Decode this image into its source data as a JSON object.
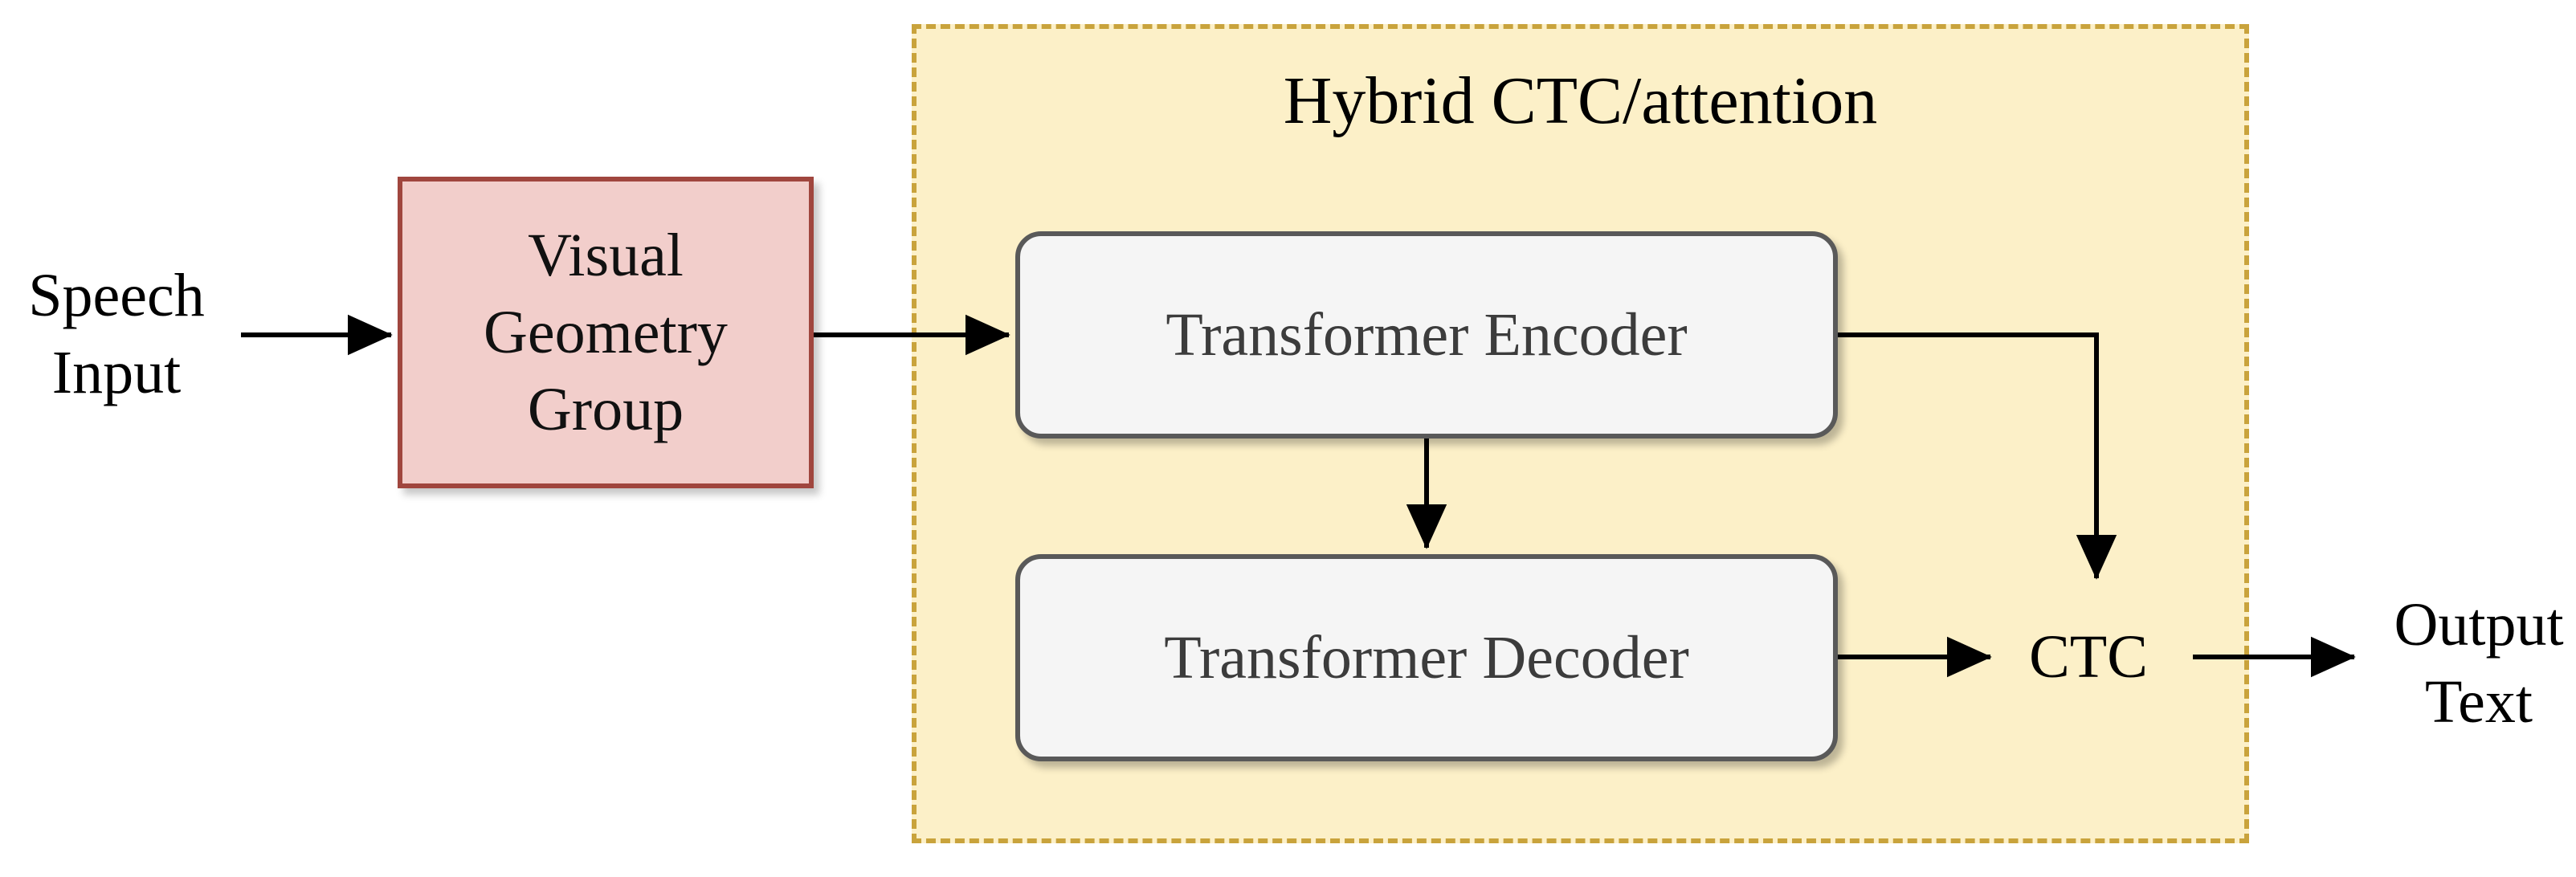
{
  "nodes": {
    "speech_input": {
      "line1": "Speech",
      "line2": "Input"
    },
    "vgg": {
      "line1": "Visual",
      "line2": "Geometry",
      "line3": "Group"
    },
    "hybrid": {
      "title": "Hybrid CTC/attention"
    },
    "encoder": {
      "label": "Transformer Encoder"
    },
    "decoder": {
      "label": "Transformer Decoder"
    },
    "ctc": {
      "label": "CTC"
    },
    "output": {
      "line1": "Output",
      "line2": "Text"
    }
  },
  "edges": [
    {
      "from": "speech_input",
      "to": "vgg"
    },
    {
      "from": "vgg",
      "to": "encoder"
    },
    {
      "from": "encoder",
      "to": "decoder"
    },
    {
      "from": "encoder",
      "to": "ctc"
    },
    {
      "from": "decoder",
      "to": "ctc"
    },
    {
      "from": "ctc",
      "to": "output"
    }
  ],
  "colors": {
    "background": "#FFFFFF",
    "hybrid_fill": "#FCF0C8",
    "hybrid_border": "#C9A33C",
    "vgg_fill": "#F2CECB",
    "vgg_border": "#A0463E",
    "box_fill": "#F5F5F5",
    "box_border": "#595959",
    "box_text": "#3C3C3C",
    "arrow": "#000000",
    "text": "#000000"
  }
}
